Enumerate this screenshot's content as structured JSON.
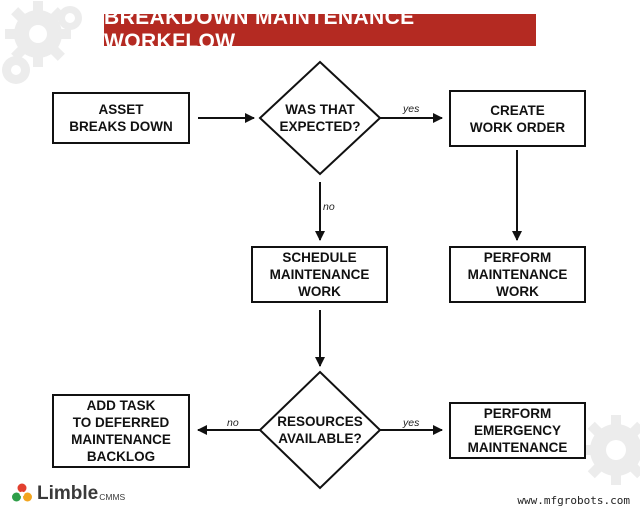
{
  "title": "BREAKDOWN MAINTENANCE WORKFLOW",
  "nodes": {
    "asset_breaks": "ASSET\nBREAKS DOWN",
    "was_expected": "WAS THAT\nEXPECTED?",
    "create_work_order": "CREATE\nWORK ORDER",
    "schedule_work": "SCHEDULE\nMAINTENANCE\nWORK",
    "perform_maintenance": "PERFORM\nMAINTENANCE\nWORK",
    "resources_available": "RESOURCES\nAVAILABLE?",
    "add_deferred": "ADD TASK\nTO DEFERRED\nMAINTENANCE\nBACKLOG",
    "perform_emergency": "PERFORM\nEMERGENCY\nMAINTENANCE"
  },
  "edges": {
    "expected_yes": "yes",
    "expected_no": "no",
    "resources_no": "no",
    "resources_yes": "yes"
  },
  "logo": {
    "main": "Limble",
    "sub": "CMMS"
  },
  "footer_url": "www.mfgrobots.com",
  "colors": {
    "banner": "#b42a22",
    "gear": "#ececec"
  }
}
